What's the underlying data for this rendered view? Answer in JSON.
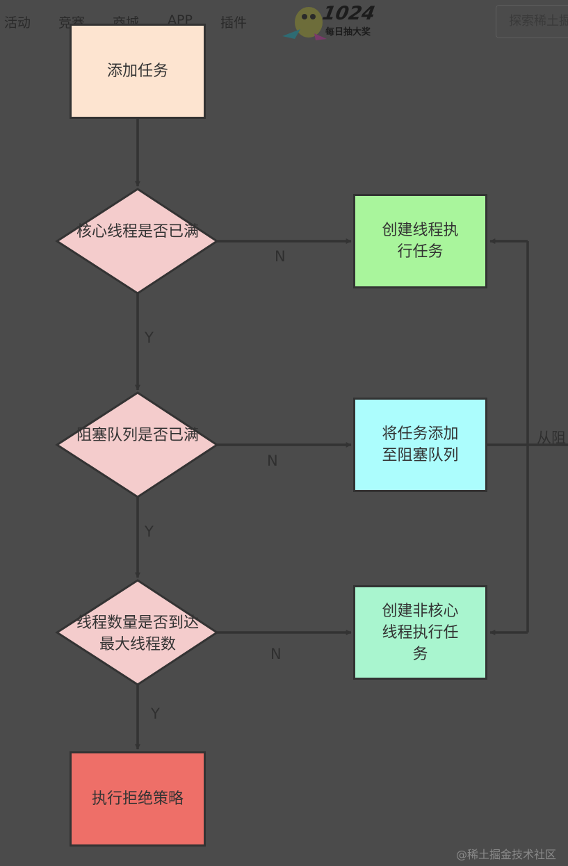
{
  "nav": {
    "items": [
      "活动",
      "竞赛",
      "商城",
      "APP",
      "插件"
    ],
    "badge": {
      "number": "1024",
      "caption": "每日抽大奖"
    },
    "search_placeholder": "探索稀土掘金"
  },
  "flowchart": {
    "start": "添加任务",
    "decision_core": "核心线程是否已满",
    "decision_queue": "阻塞队列是否已满",
    "decision_max": "线程数量是否到达最大线程数",
    "action_create_core": "创建线程执行任务",
    "action_enqueue": "将任务添加至阻塞队列",
    "action_create_noncore": "创建非核心线程执行任务",
    "action_reject": "执行拒绝策略",
    "edge_no": "N",
    "edge_yes": "Y",
    "edge_from_queue": "从阻"
  },
  "colors": {
    "background": "#4b4b4b",
    "start": "#fde4d0",
    "decision": "#f4cccc",
    "create_core": "#a9f59c",
    "enqueue": "#acfdfd",
    "create_noncore": "#a9f5cf",
    "reject": "#ee6f68",
    "line": "#333333"
  },
  "watermark": "@稀土掘金技术社区"
}
